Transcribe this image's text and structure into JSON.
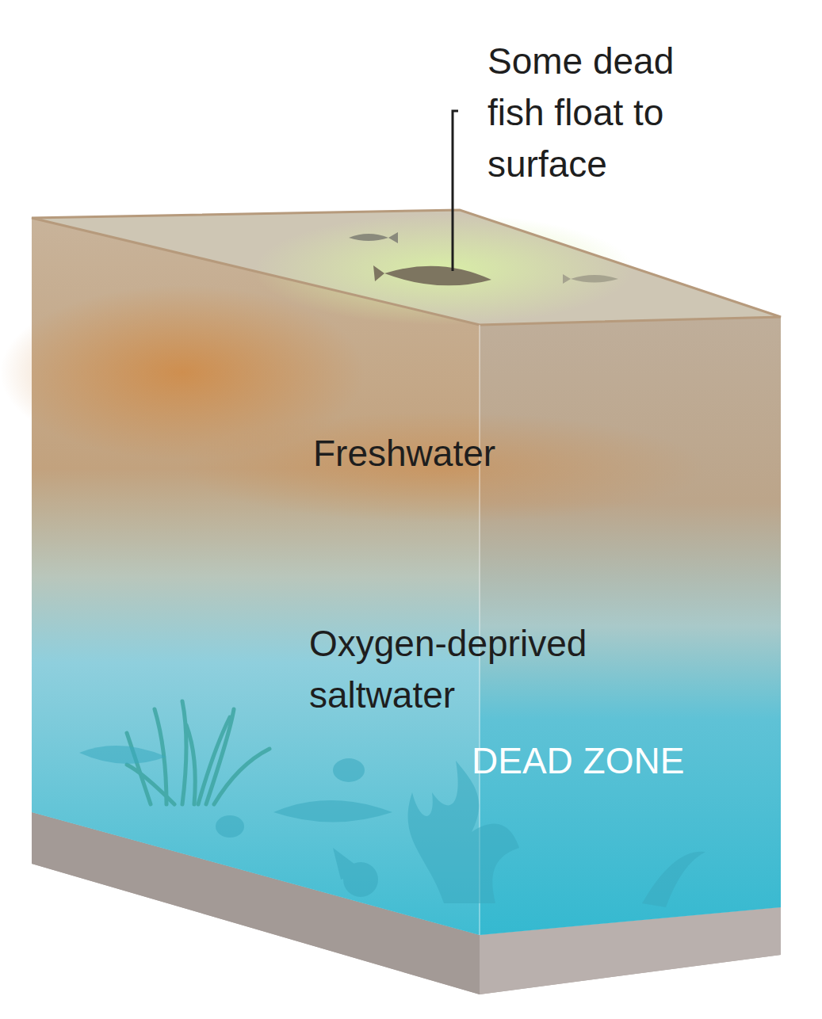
{
  "diagram": {
    "labels": [
      "Some dead fish float to surface",
      "Freshwater",
      "Oxygen-deprived saltwater",
      "DEAD ZONE"
    ]
  }
}
